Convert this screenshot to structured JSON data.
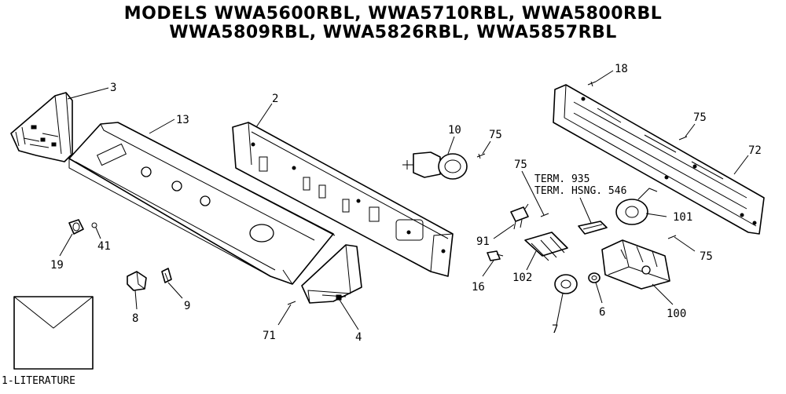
{
  "title": {
    "line1": "MODELS WWA5600RBL, WWA5710RBL, WWA5800RBL",
    "line2": "WWA5809RBL, WWA5826RBL, WWA5857RBL"
  },
  "callouts": {
    "p3": "3",
    "p13": "13",
    "p2": "2",
    "p10": "10",
    "p75a": "75",
    "p18": "18",
    "p75b": "75",
    "p72": "72",
    "p75c": "75",
    "term935": "TERM. 935",
    "termhsng": "TERM. HSNG. 546",
    "p101": "101",
    "p91": "91",
    "p102": "102",
    "p16": "16",
    "p75d": "75",
    "p100": "100",
    "p6": "6",
    "p7": "7",
    "p19": "19",
    "p41": "41",
    "p8": "8",
    "p9": "9",
    "p71": "71",
    "p4": "4"
  },
  "literature": {
    "label": "1-LITERATURE"
  }
}
